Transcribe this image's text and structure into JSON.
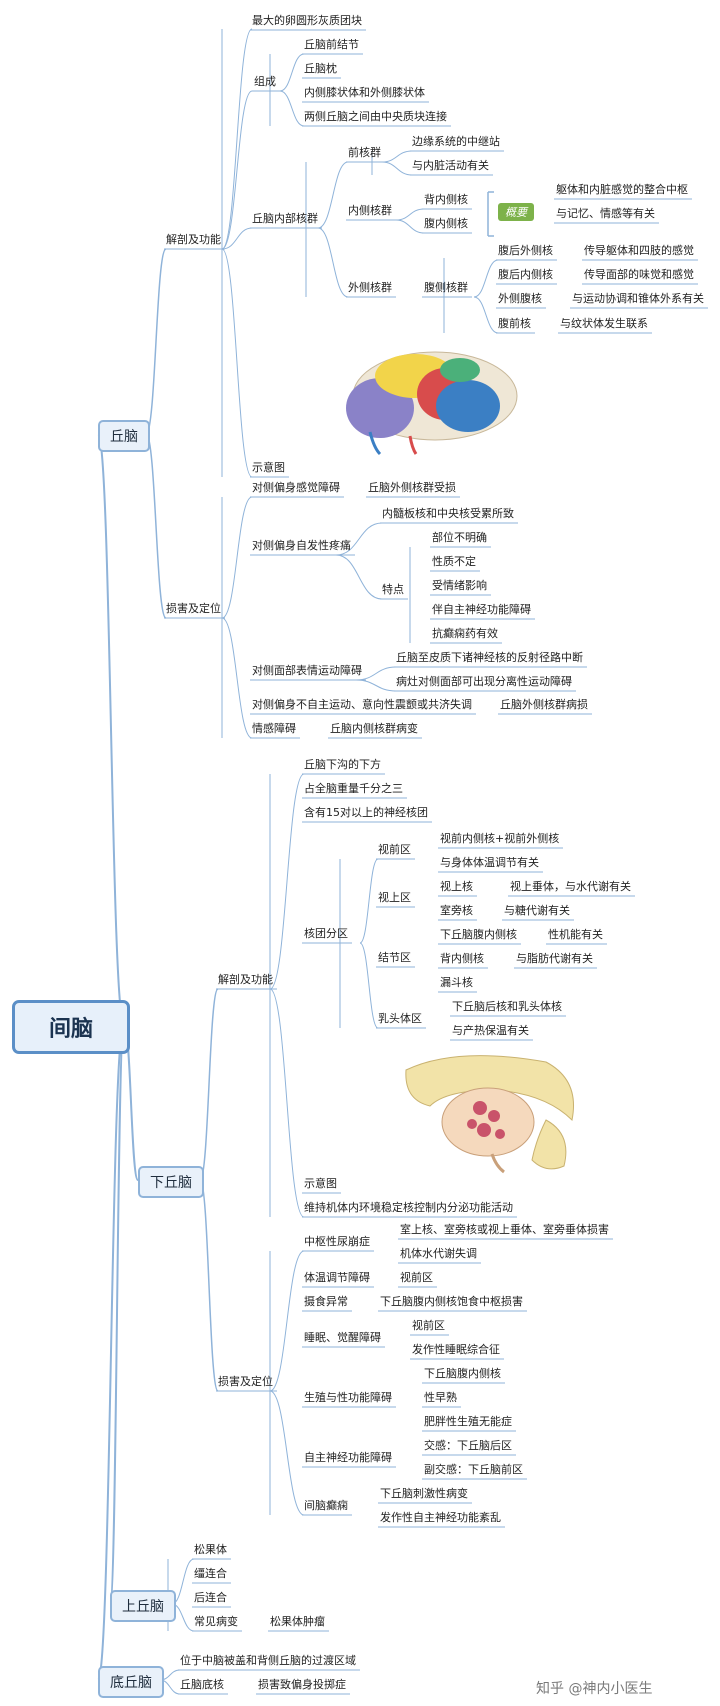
{
  "root": "间脑",
  "thalamus": {
    "label": "丘脑",
    "anatomy": {
      "label": "解剖及功能",
      "largest": "最大的卵圆形灰质团块",
      "composition": {
        "label": "组成",
        "items": [
          "丘脑前结节",
          "丘脑枕",
          "内侧膝状体和外侧膝状体",
          "两侧丘脑之间由中央质块连接"
        ]
      },
      "nuclei": {
        "label": "丘脑内部核群",
        "anterior": {
          "label": "前核群",
          "items": [
            "边缘系统的中继站",
            "与内脏活动有关"
          ]
        },
        "medial": {
          "label": "内侧核群",
          "items": [
            "背内侧核",
            "腹内侧核"
          ],
          "summary_tag": "概要",
          "summary": [
            "躯体和内脏感觉的整合中枢",
            "与记忆、情感等有关"
          ]
        },
        "lateral": {
          "label": "外侧核群",
          "sub": "腹侧核群",
          "items": [
            {
              "name": "腹后外侧核",
              "desc": "传导躯体和四肢的感觉"
            },
            {
              "name": "腹后内侧核",
              "desc": "传导面部的味觉和感觉"
            },
            {
              "name": "外侧腹核",
              "desc": "与运动协调和锥体外系有关"
            },
            {
              "name": "腹前核",
              "desc": "与纹状体发生联系"
            }
          ]
        }
      },
      "diagram_label": "示意图"
    },
    "lesion": {
      "label": "损害及定位",
      "items": [
        {
          "label": "对侧偏身感觉障碍",
          "detail": "丘脑外侧核群受损"
        },
        {
          "label": "对侧偏身自发性疼痛",
          "cause": "内髓板核和中央核受累所致",
          "feature_label": "特点",
          "features": [
            "部位不明确",
            "性质不定",
            "受情绪影响",
            "伴自主神经功能障碍",
            "抗癫痫药有效"
          ]
        },
        {
          "label": "对侧面部表情运动障碍",
          "details": [
            "丘脑至皮质下诸神经核的反射径路中断",
            "病灶对侧面部可出现分离性运动障碍"
          ]
        },
        {
          "label": "对侧偏身不自主运动、意向性震颤或共济失调",
          "detail": "丘脑外侧核群病损"
        },
        {
          "label": "情感障碍",
          "detail": "丘脑内侧核群病变"
        }
      ]
    }
  },
  "hypothalamus": {
    "label": "下丘脑",
    "anatomy": {
      "label": "解剖及功能",
      "facts": [
        "丘脑下沟的下方",
        "占全脑重量千分之三",
        "含有15对以上的神经核团"
      ],
      "regions": {
        "label": "核团分区",
        "preoptic": {
          "label": "视前区",
          "items": [
            "视前内侧核+视前外侧核",
            "与身体体温调节有关"
          ]
        },
        "supraoptic": {
          "label": "视上区",
          "items": [
            {
              "name": "视上核",
              "desc": "视上垂体，与水代谢有关"
            },
            {
              "name": "室旁核",
              "desc": "与糖代谢有关"
            }
          ]
        },
        "tuberal": {
          "label": "结节区",
          "items": [
            {
              "name": "下丘脑腹内侧核",
              "desc": "性机能有关"
            },
            {
              "name": "背内侧核",
              "desc": "与脂肪代谢有关"
            },
            {
              "name": "漏斗核",
              "desc": ""
            }
          ]
        },
        "mammillary": {
          "label": "乳头体区",
          "items": [
            "下丘脑后核和乳头体核",
            "与产热保温有关"
          ]
        }
      },
      "diagram_label": "示意图",
      "function": "维持机体内环境稳定核控制内分泌功能活动"
    },
    "lesion": {
      "label": "损害及定位",
      "diabetes": {
        "label": "中枢性尿崩症",
        "items": [
          "室上核、室旁核或视上垂体、室旁垂体损害",
          "机体水代谢失调"
        ]
      },
      "temperature": {
        "label": "体温调节障碍",
        "detail": "视前区"
      },
      "appetite": {
        "label": "摄食异常",
        "detail": "下丘脑腹内侧核饱食中枢损害"
      },
      "sleep": {
        "label": "睡眠、觉醒障碍",
        "items": [
          "视前区",
          "发作性睡眠综合征"
        ]
      },
      "reproduction": {
        "label": "生殖与性功能障碍",
        "items": [
          "下丘脑腹内侧核",
          "性早熟",
          "肥胖性生殖无能症"
        ]
      },
      "autonomic": {
        "label": "自主神经功能障碍",
        "items": [
          "交感：下丘脑后区",
          "副交感：下丘脑前区"
        ]
      },
      "epilepsy": {
        "label": "间脑癫痫",
        "items": [
          "下丘脑刺激性病变",
          "发作性自主神经功能紊乱"
        ]
      }
    }
  },
  "epithalamus": {
    "label": "上丘脑",
    "items": [
      "松果体",
      "缰连合",
      "后连合"
    ],
    "common": {
      "label": "常见病变",
      "detail": "松果体肿瘤"
    }
  },
  "subthalamus": {
    "label": "底丘脑",
    "desc": "位于中脑被盖和背侧丘脑的过渡区域",
    "nucleus": {
      "label": "丘脑底核",
      "detail": "损害致偏身投掷症"
    }
  },
  "watermark": "知乎 @神内小医生",
  "colors": {
    "line": "#8fb3d9",
    "box_border": "#8fb3d9",
    "box_fill": "#e9f1fa",
    "tag": "#7db24a"
  }
}
